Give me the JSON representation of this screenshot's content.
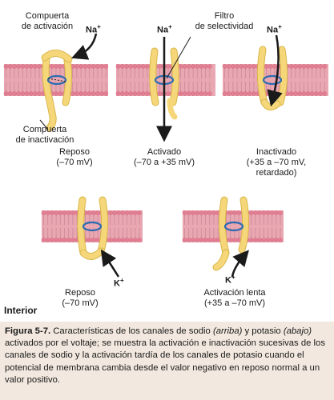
{
  "labels": {
    "activation_gate": [
      "Compuerta",
      "de activación"
    ],
    "inactivation_gate": [
      "Compuerta",
      "de inactivación"
    ],
    "selectivity_filter": [
      "Filtro",
      "de selectividad"
    ],
    "interior": "Interior"
  },
  "ions": {
    "na": {
      "symbol": "Na",
      "charge": "+"
    },
    "k": {
      "symbol": "K",
      "charge": "+"
    }
  },
  "sodium_states": [
    {
      "name": "Reposo",
      "voltage": "(–70 mV)"
    },
    {
      "name": "Activado",
      "voltage": "(–70 a +35 mV)"
    },
    {
      "name": "Inactivado",
      "voltage": "(+35 a –70 mV,",
      "extra": "retardado)"
    }
  ],
  "potassium_states": [
    {
      "name": "Reposo",
      "voltage": "(–70 mV)"
    },
    {
      "name": "Activación lenta",
      "voltage": "(+35 a –70 mV)"
    }
  ],
  "caption": {
    "figure": "Figura 5-7.",
    "p1": " Características de los canales de sodio ",
    "arriba": "(arriba)",
    "p2": " y potasio ",
    "abajo": "(abajo)",
    "p3": " activados por el voltaje; se muestra la activación e inactivación sucesivas de los canales de sodio y la activación tardía de los canales de potasio cuando el potencial de membrana cambia desde el valor negativo en reposo normal a un valor positivo."
  },
  "colors": {
    "membrane": "#e9a7b2",
    "lipid_head": "#e47f93",
    "channel": "#f5d77a",
    "channel_stroke": "#d9b64a",
    "ring": "#2b6cb0",
    "caption_bg": "#f2e8df"
  }
}
